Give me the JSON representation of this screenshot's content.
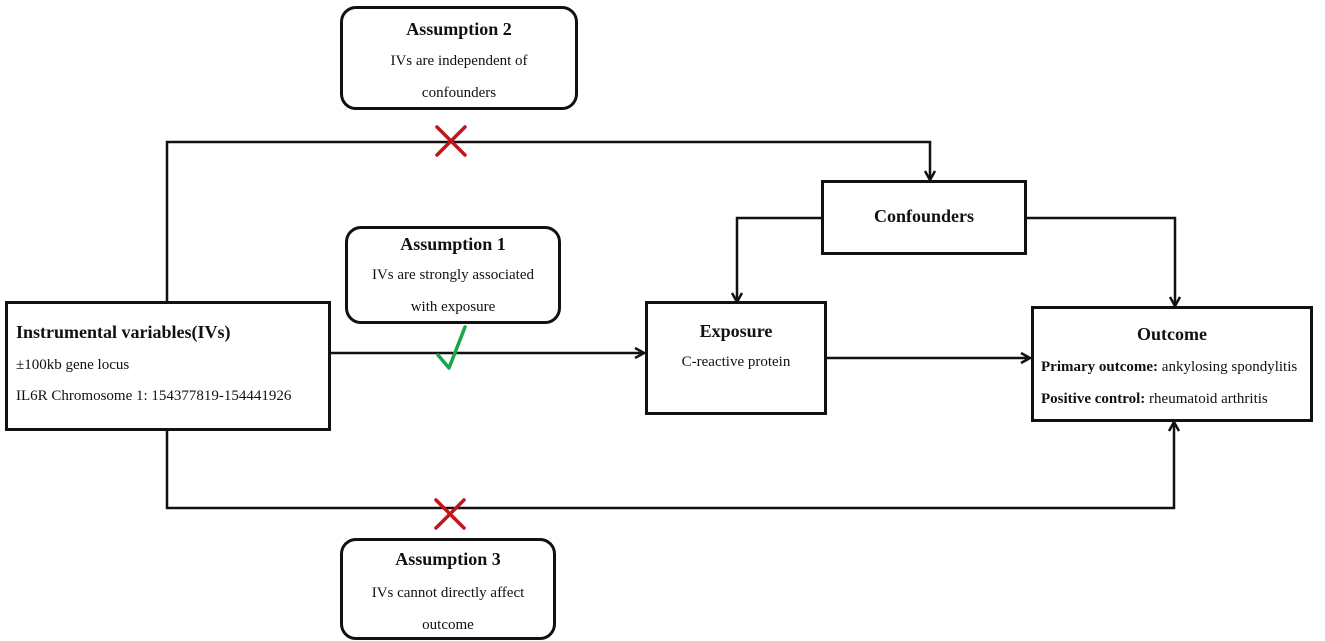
{
  "assumption2": {
    "title": "Assumption 2",
    "line1": "IVs are independent of",
    "line2": "confounders"
  },
  "assumption1": {
    "title": "Assumption 1",
    "line1": "IVs are strongly associated",
    "line2": "with exposure"
  },
  "assumption3": {
    "title": "Assumption 3",
    "line1": "IVs cannot directly affect",
    "line2": "outcome"
  },
  "confounders": {
    "title": "Confounders"
  },
  "ivs": {
    "title": "Instrumental variables(IVs)",
    "line1": "±100kb gene locus",
    "line2": "IL6R Chromosome 1: 154377819-154441926"
  },
  "exposure": {
    "title": "Exposure",
    "subtitle": "C-reactive protein"
  },
  "outcome": {
    "title": "Outcome",
    "primary_label": "Primary outcome:",
    "primary_value": "ankylosing spondylitis",
    "control_label": "Positive control:",
    "control_value": "rheumatoid arthritis"
  },
  "marks": {
    "assumption1": "check",
    "assumption2": "cross",
    "assumption3": "cross",
    "check_color": "#1aa64a",
    "cross_color": "#c0161b"
  }
}
